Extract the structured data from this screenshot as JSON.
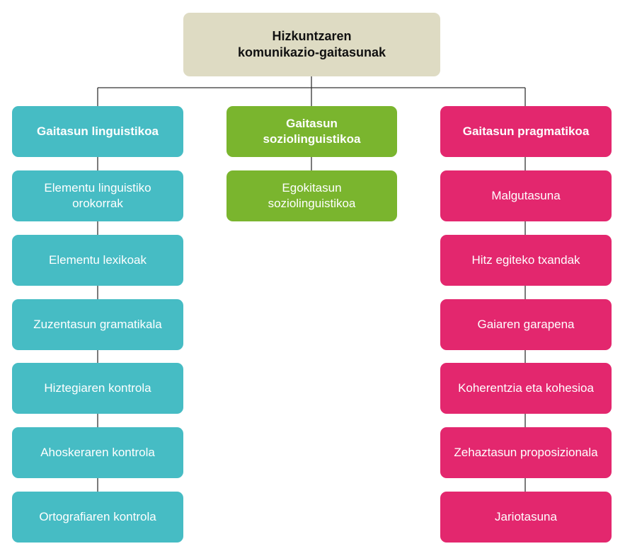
{
  "root": {
    "line1": "Hizkuntzaren",
    "line2": "komunikazio-gaitasunak"
  },
  "columns": [
    {
      "header": {
        "line1": "Gaitasun linguistikoa",
        "line2": ""
      },
      "color": "#46bcc4",
      "items": [
        {
          "line1": "Elementu linguistiko",
          "line2": "orokorrak"
        },
        {
          "line1": "Elementu lexikoak",
          "line2": ""
        },
        {
          "line1": "Zuzentasun gramatikala",
          "line2": ""
        },
        {
          "line1": "Hiztegiaren kontrola",
          "line2": ""
        },
        {
          "line1": "Ahoskeraren kontrola",
          "line2": ""
        },
        {
          "line1": "Ortografiaren kontrola",
          "line2": ""
        }
      ]
    },
    {
      "header": {
        "line1": "Gaitasun",
        "line2": "soziolinguistikoa"
      },
      "color": "#7ab52e",
      "items": [
        {
          "line1": "Egokitasun",
          "line2": "soziolinguistikoa"
        }
      ]
    },
    {
      "header": {
        "line1": "Gaitasun pragmatikoa",
        "line2": ""
      },
      "color": "#e3276e",
      "items": [
        {
          "line1": "Malgutasuna",
          "line2": ""
        },
        {
          "line1": "Hitz egiteko txandak",
          "line2": ""
        },
        {
          "line1": "Gaiaren garapena",
          "line2": ""
        },
        {
          "line1": "Koherentzia eta kohesioa",
          "line2": ""
        },
        {
          "line1": "Zehaztasun proposizionala",
          "line2": ""
        },
        {
          "line1": "Jariotasuna",
          "line2": ""
        }
      ]
    }
  ]
}
